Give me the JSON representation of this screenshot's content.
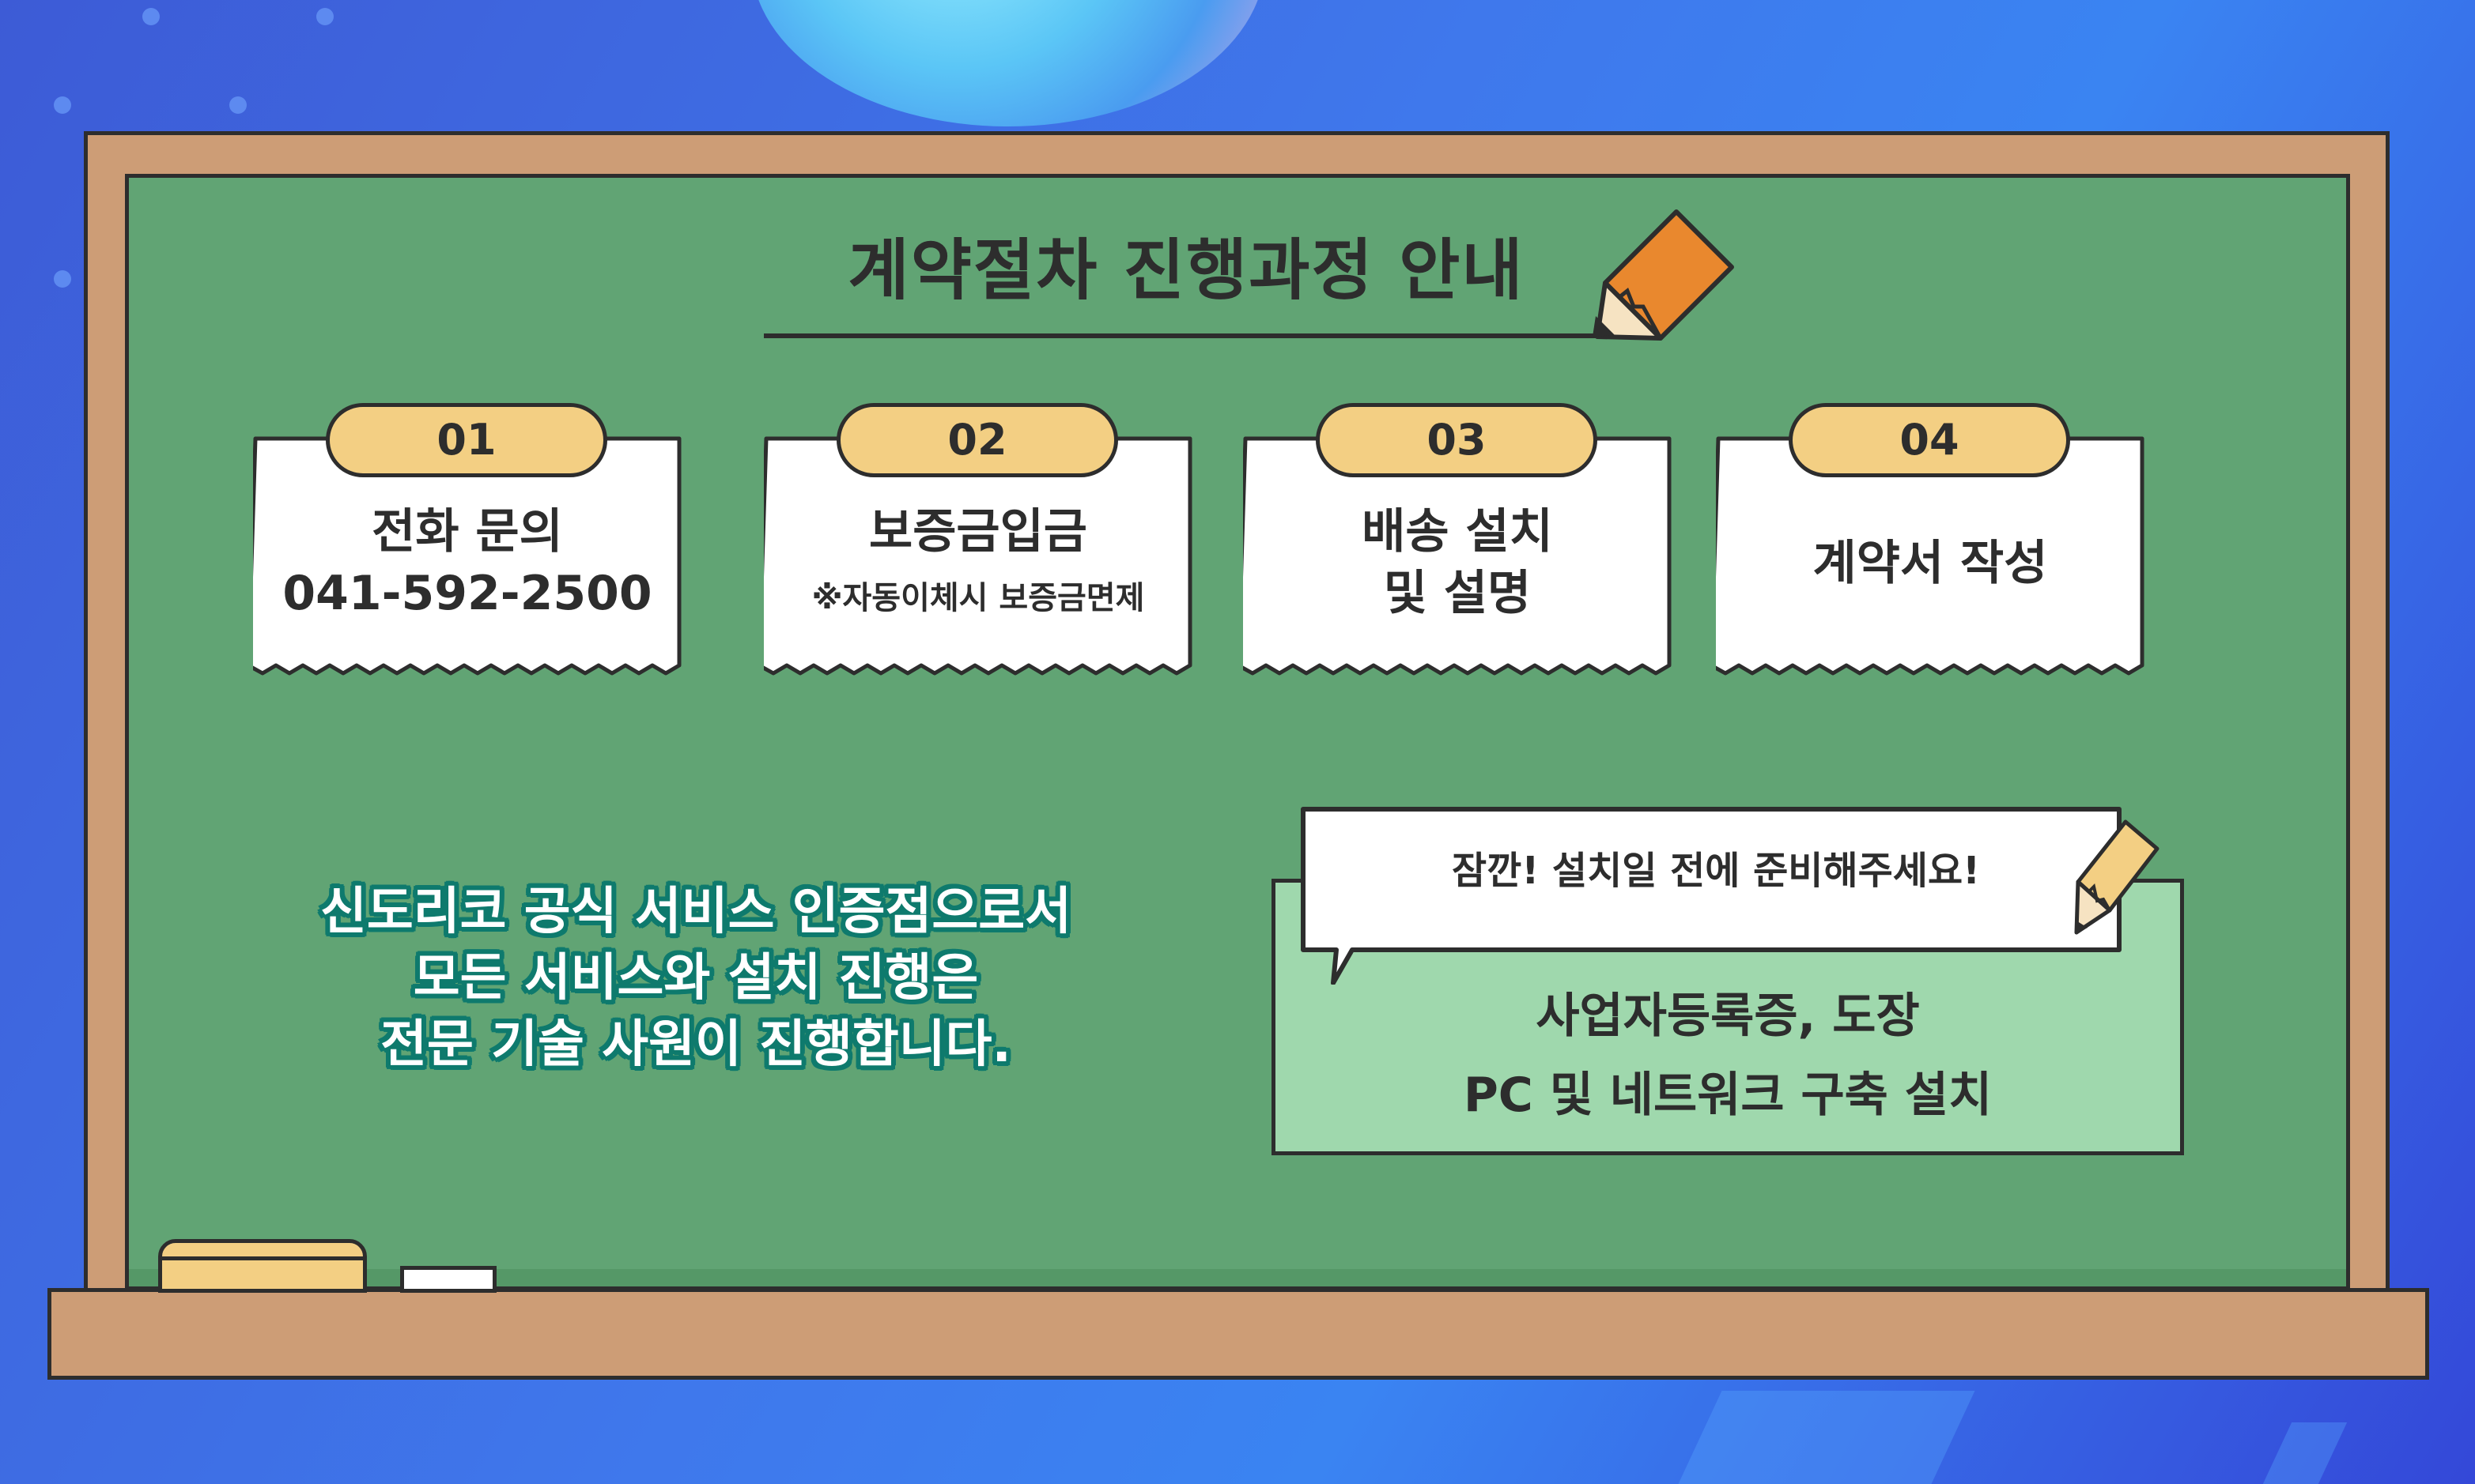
{
  "title": "계약절차 진행과정 안내",
  "steps": [
    {
      "number": "01",
      "line1": "전화 문의",
      "line2": "041-592-2500"
    },
    {
      "number": "02",
      "line1": "보증금입금",
      "line2": "※자동이체시 보증금면제"
    },
    {
      "number": "03",
      "line1": "배송 설치",
      "line2": "및 설명"
    },
    {
      "number": "04",
      "line1": "계약서 작성"
    }
  ],
  "info": {
    "line1": "신도리코 공식 서비스 인증점으로서",
    "line2": "모든 서비스와 설치 진행은",
    "line3": "전문 기술 사원이 진행합니다."
  },
  "notice": {
    "bubble": "잠깐! 설치일 전에 준비해주세요!",
    "line1": "사업자등록증, 도장",
    "line2": "PC 및 네트워크 구축 설치"
  },
  "colors": {
    "board": "#61a474",
    "frame": "#cd9d76",
    "badge": "#f3cf83",
    "notice": "#9fd8ad",
    "info_outline": "#0e7a6d",
    "pencil": "#e9882e"
  }
}
